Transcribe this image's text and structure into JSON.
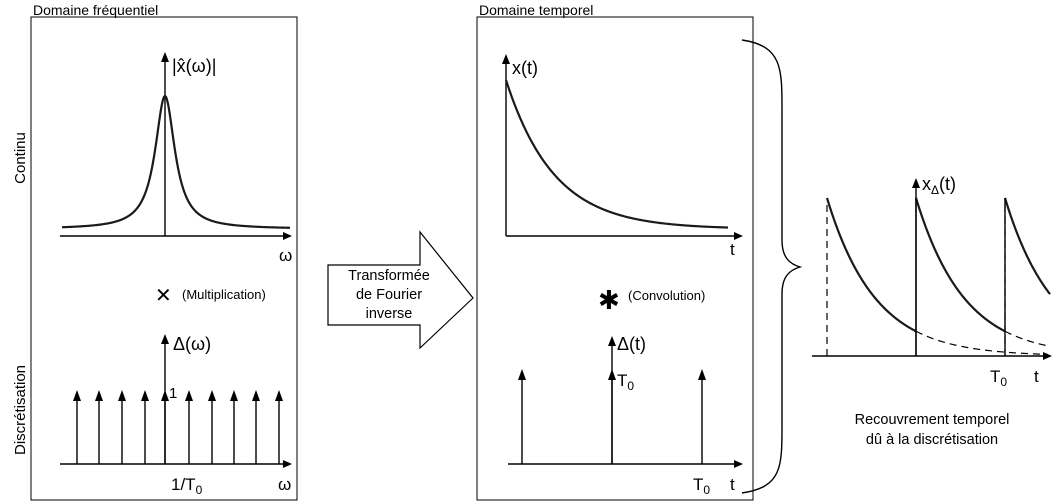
{
  "left_panel": {
    "title": "Domaine fréquentiel",
    "row_label_top": "Continu",
    "row_label_bottom": "Discrétisation",
    "top_plot": {
      "ylabel": "|x̂(ω)|",
      "xlabel": "ω"
    },
    "operator": {
      "symbol": "✕",
      "label": "(Multiplication)"
    },
    "bottom_plot": {
      "ylabel": "Δ(ω)",
      "height_label": "1",
      "spacing_label_main": "1/T",
      "spacing_label_sub": "0",
      "xlabel": "ω"
    }
  },
  "arrow": {
    "line1": "Transformée",
    "line2": "de Fourier",
    "line3": "inverse"
  },
  "right_panel": {
    "title": "Domaine temporel",
    "top_plot": {
      "ylabel": "x(t)",
      "xlabel": "t"
    },
    "operator": {
      "symbol": "✱",
      "label": "(Convolution)"
    },
    "bottom_plot": {
      "ylabel": "Δ(t)",
      "height_main": "T",
      "height_sub": "0",
      "tick_main": "T",
      "tick_sub": "0",
      "xlabel": "t"
    }
  },
  "result_plot": {
    "ylabel_main": "x",
    "ylabel_sub": "Δ",
    "ylabel_suffix": "(t)",
    "tick_main": "T",
    "tick_sub": "0",
    "xlabel": "t",
    "caption_line1": "Recouvrement temporel",
    "caption_line2": "dû à la discrétisation"
  }
}
